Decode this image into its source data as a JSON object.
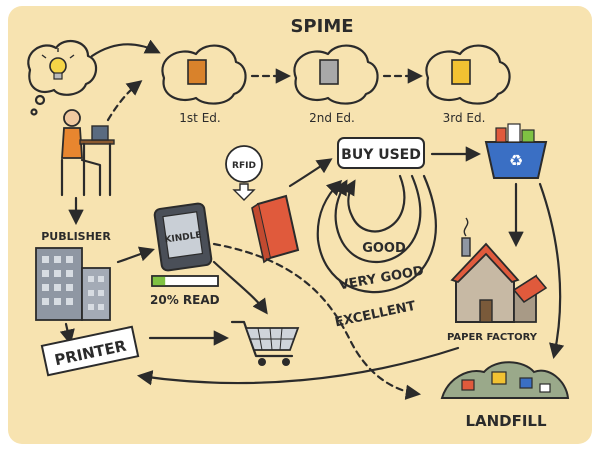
{
  "title": "SPIME",
  "editions": [
    "1st Ed.",
    "2nd Ed.",
    "3rd Ed."
  ],
  "nodes": {
    "publisher": "PUBLISHER",
    "printer": "PRINTER",
    "kindle": "KINDLE",
    "rfid": "RFID",
    "buy_used": "BUY USED",
    "paper_factory": "PAPER FACTORY",
    "landfill": "LANDFILL"
  },
  "read_progress": {
    "label": "20% READ",
    "fraction": 0.2
  },
  "conditions": [
    "GOOD",
    "VERY GOOD",
    "EXCELLENT"
  ],
  "colors": {
    "background": "#f7e3b0",
    "paper_icon": "#d9822b",
    "ebook_red": "#e05a3c",
    "recycle_blue": "#3a6fc4",
    "progress_green": "#7fc243"
  },
  "icons": [
    "lightbulb-icon",
    "document-icon",
    "computer-user-icon",
    "building-icon",
    "shopping-cart-icon",
    "recycle-bin-icon",
    "factory-icon",
    "landfill-icon"
  ]
}
